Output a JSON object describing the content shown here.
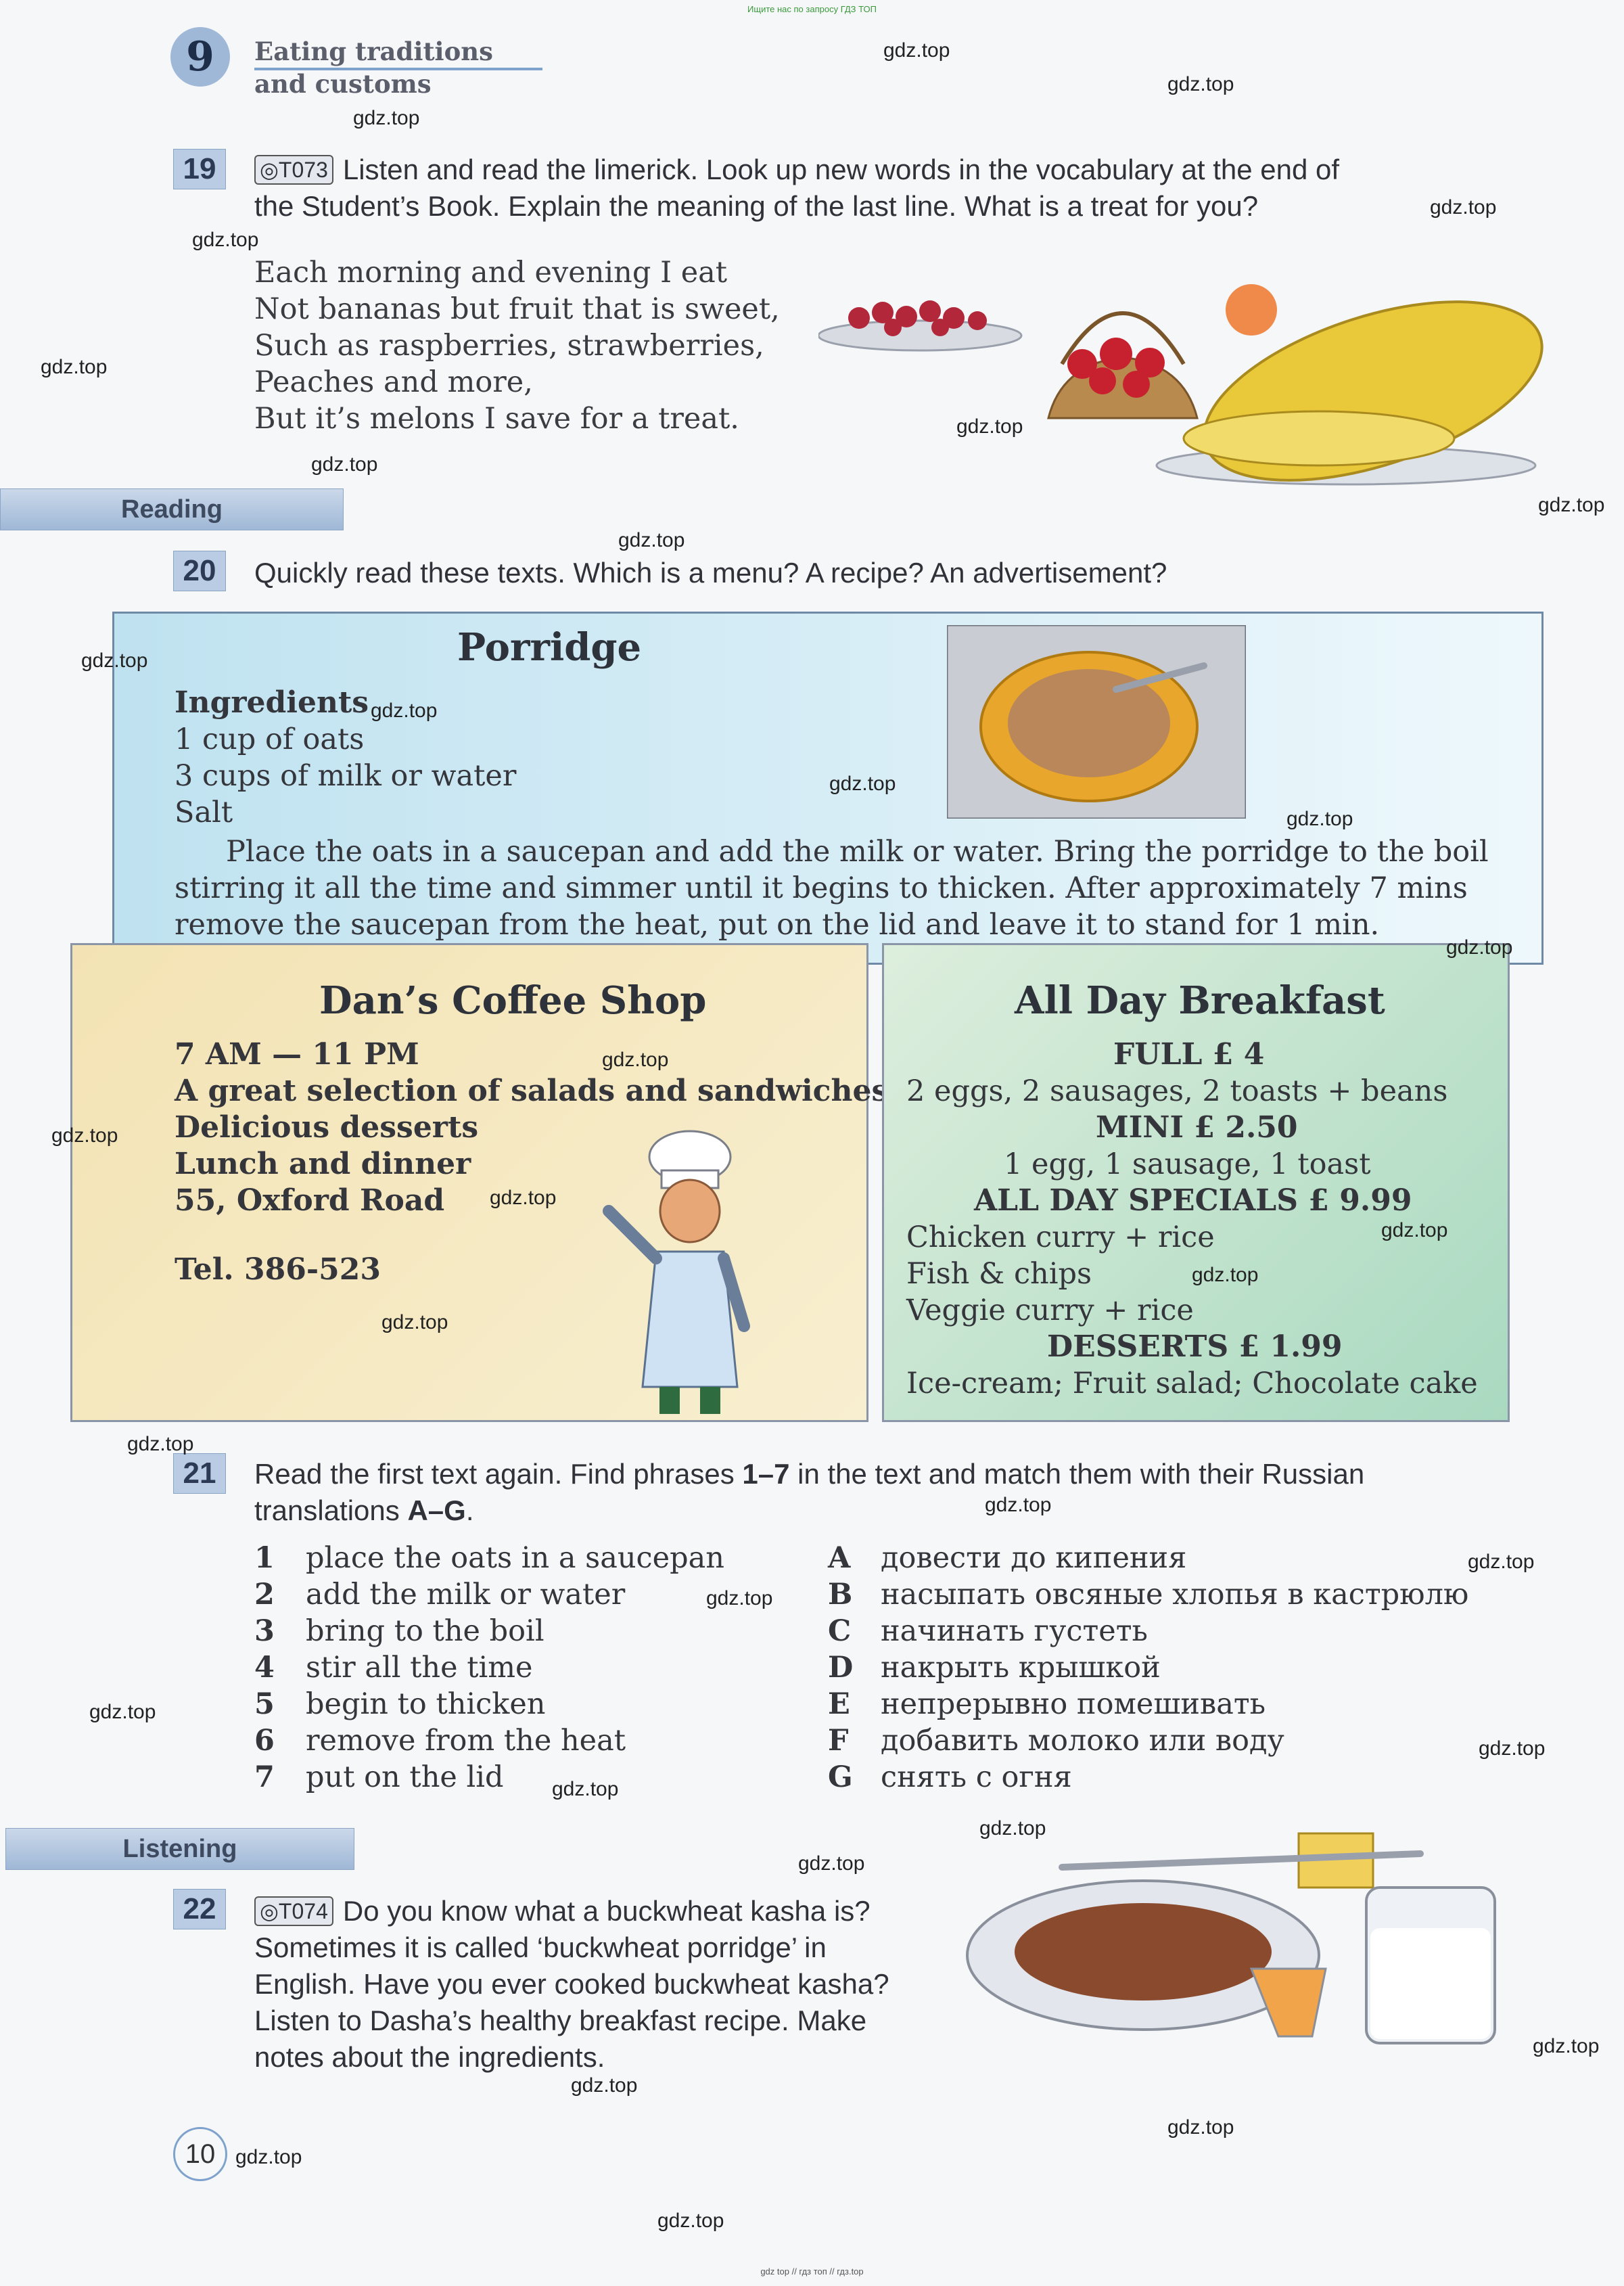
{
  "banner_top": "Ищите нас по запросу ГДЗ ТОП",
  "banner_bottom": "gdz top // гдз топ // гдз.top",
  "unit": {
    "number": "9",
    "title_line1": "Eating traditions",
    "title_line2": "and customs"
  },
  "ex19": {
    "number": "19",
    "audio": "T073",
    "line1": "Listen and read the limerick. Look up new words in the vocabulary at the end of",
    "line2": "the Student’s Book. Explain the meaning of the last line. What is a treat for you?",
    "poem": [
      "Each morning and evening I eat",
      "Not bananas but fruit that is sweet,",
      "Such as raspberries, strawberries,",
      "Peaches and more,",
      "But it’s melons I save for a treat."
    ]
  },
  "sections": {
    "reading": "Reading",
    "listening": "Listening"
  },
  "ex20": {
    "number": "20",
    "instruction": "Quickly read these texts. Which is a menu? A recipe? An advertisement?"
  },
  "porridge": {
    "title": "Porridge",
    "ingredients_label": "Ingredients",
    "ingredients": [
      "1 cup of oats",
      "3 cups of milk or water",
      "Salt"
    ],
    "method": [
      "Place the oats in a saucepan and add the milk or water. Bring the porridge to the boil",
      "stirring it all the time and simmer until it begins to thicken. After approximately 7 mins",
      "remove the saucepan from the heat, put on the lid and leave it to stand for 1 min."
    ]
  },
  "coffee_shop": {
    "title": "Dan’s Coffee Shop",
    "lines": [
      "7 AM — 11 PM",
      "A great selection of salads and sandwiches",
      "Delicious desserts",
      "Lunch and dinner",
      "55, Oxford Road"
    ],
    "tel": "Tel. 386-523"
  },
  "breakfast": {
    "title": "All Day Breakfast",
    "full": "FULL £ 4",
    "full_items": "2 eggs, 2 sausages, 2 toasts + beans",
    "mini": "MINI £ 2.50",
    "mini_items": "1 egg, 1 sausage, 1 toast",
    "specials": "ALL DAY SPECIALS £ 9.99",
    "special_items": [
      "Chicken curry + rice",
      "Fish & chips",
      "Veggie curry + rice"
    ],
    "desserts": "DESSERTS £ 1.99",
    "dessert_items": "Ice-cream; Fruit salad; Chocolate cake"
  },
  "ex21": {
    "number": "21",
    "line1_a": "Read the first text again. Find phrases ",
    "line1_b": "1–7",
    "line1_c": " in the text and match them with their Russian",
    "line2_a": "translations ",
    "line2_b": "A–G",
    "line2_c": ".",
    "phrases": [
      {
        "n": "1",
        "t": "place the oats in a saucepan"
      },
      {
        "n": "2",
        "t": "add the milk or water"
      },
      {
        "n": "3",
        "t": "bring to the boil"
      },
      {
        "n": "4",
        "t": "stir all the time"
      },
      {
        "n": "5",
        "t": "begin to thicken"
      },
      {
        "n": "6",
        "t": "remove from the heat"
      },
      {
        "n": "7",
        "t": "put on the lid"
      }
    ],
    "translations": [
      {
        "l": "A",
        "t": "довести до кипения"
      },
      {
        "l": "B",
        "t": "насыпать овсяные хлопья в кастрюлю"
      },
      {
        "l": "C",
        "t": "начинать густеть"
      },
      {
        "l": "D",
        "t": "накрыть крышкой"
      },
      {
        "l": "E",
        "t": "непрерывно помешивать"
      },
      {
        "l": "F",
        "t": "добавить молоко или воду"
      },
      {
        "l": "G",
        "t": "снять с огня"
      }
    ]
  },
  "ex22": {
    "number": "22",
    "audio": "T074",
    "lines": [
      "Do you know what a buckwheat kasha is?",
      "Sometimes it is called ‘buckwheat porridge’ in",
      "English. Have you ever cooked buckwheat kasha?",
      "Listen to Dasha’s healthy breakfast recipe. Make",
      "notes about the ingredients."
    ]
  },
  "page_number": "10",
  "watermark": "gdz.top"
}
